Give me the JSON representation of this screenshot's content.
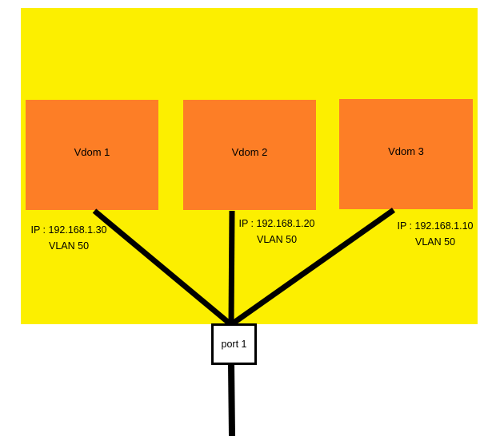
{
  "colors": {
    "zone_fill": "#fcef00",
    "vdom_fill": "#fd7e26",
    "line": "#000000",
    "port_fill": "#ffffff"
  },
  "vdoms": [
    {
      "label": "Vdom 1",
      "ip": "IP : 192.168.1.30",
      "vlan": "VLAN 50"
    },
    {
      "label": "Vdom 2",
      "ip": "IP : 192.168.1.20",
      "vlan": "VLAN 50"
    },
    {
      "label": "Vdom 3",
      "ip": "IP : 192.168.1.10",
      "vlan": "VLAN 50"
    }
  ],
  "port": {
    "label": "port 1"
  }
}
